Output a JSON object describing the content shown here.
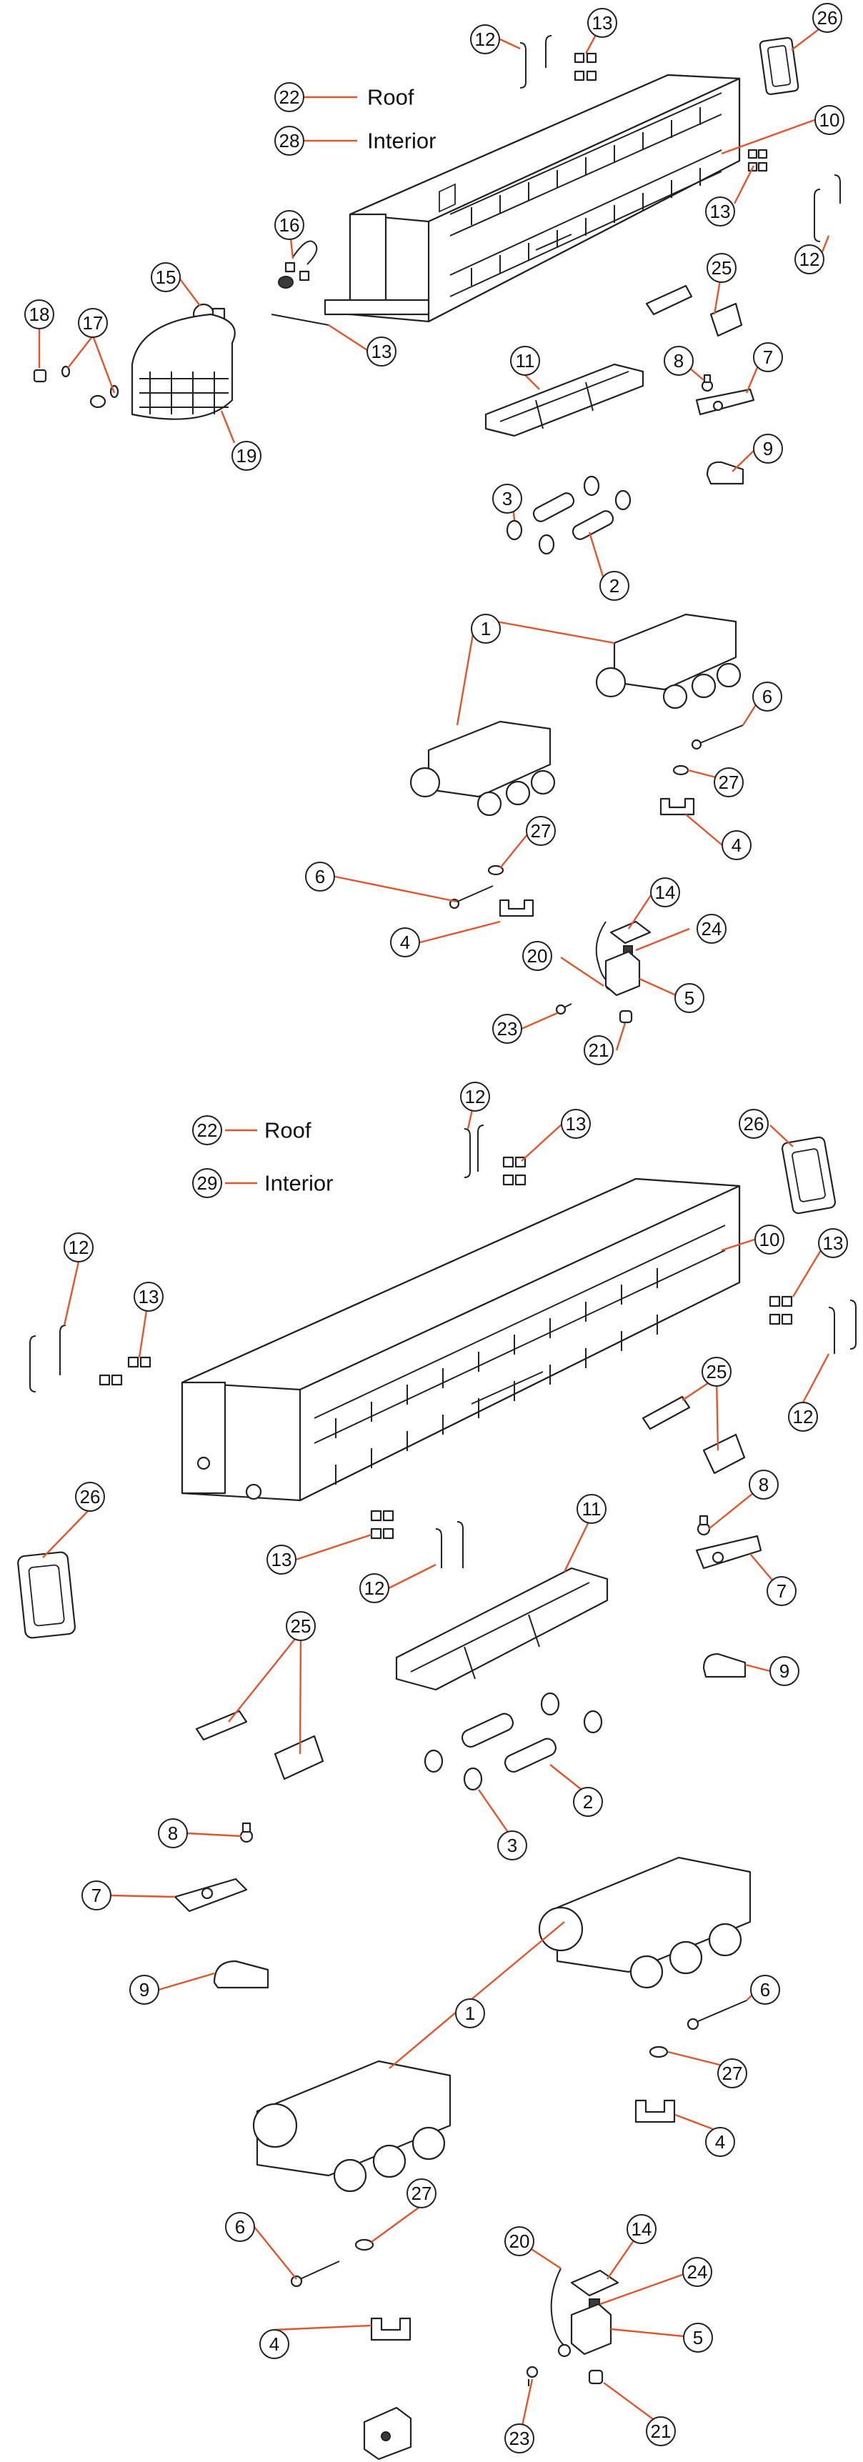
{
  "colors": {
    "leader": "#e2552c",
    "outline": "#222222",
    "background": "#ffffff"
  },
  "labels": {
    "top_roof": "Roof",
    "top_interior": "Interior",
    "bottom_roof": "Roof",
    "bottom_interior": "Interior"
  },
  "callouts": {
    "c12a": "12",
    "c13a": "13",
    "c26a": "26",
    "c22a": "22",
    "c28": "28",
    "c10a": "10",
    "c13b": "13",
    "c12b": "12",
    "c16": "16",
    "c15": "15",
    "c18": "18",
    "c17": "17",
    "c13c": "13",
    "c25a": "25",
    "c19": "19",
    "c11a": "11",
    "c8a": "8",
    "c7a": "7",
    "c9a": "9",
    "c3a": "3",
    "c2a": "2",
    "c1a": "1",
    "c6a": "6",
    "c27a": "27",
    "c4a": "4",
    "c6b": "6",
    "c27b": "27",
    "c14a": "14",
    "c24a": "24",
    "c4b": "4",
    "c20a": "20",
    "c5a": "5",
    "c23a": "23",
    "c21a": "21",
    "c12c": "12",
    "c22b": "22",
    "c13d": "13",
    "c26b": "26",
    "c29": "29",
    "c12d": "12",
    "c13e": "13",
    "c10b": "10",
    "c13f": "13",
    "c12e": "12",
    "c25b": "25",
    "c26c": "26",
    "c8b": "8",
    "c7b": "7",
    "c13g": "13",
    "c12f": "12",
    "c11b": "11",
    "c9b": "9",
    "c25c": "25",
    "c2b": "2",
    "c3b": "3",
    "c8c": "8",
    "c7c": "7",
    "c9c": "9",
    "c1b": "1",
    "c6c": "6",
    "c27c": "27",
    "c4c": "4",
    "c27d": "27",
    "c6d": "6",
    "c20b": "20",
    "c14b": "14",
    "c24b": "24",
    "c4d": "4",
    "c5b": "5",
    "c23b": "23",
    "c21b": "21"
  }
}
